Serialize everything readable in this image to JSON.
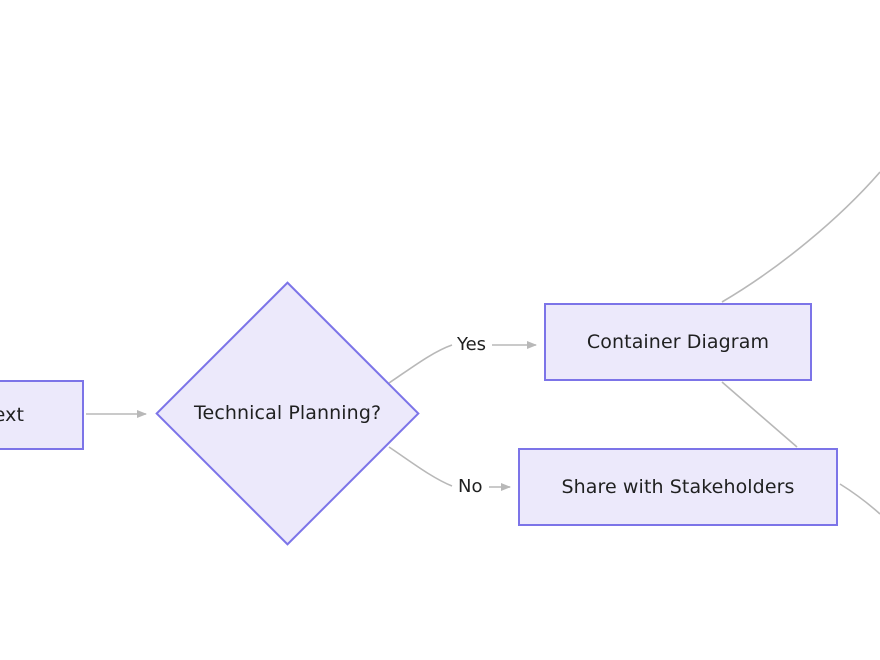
{
  "diagram": {
    "type": "flowchart",
    "direction": "left-to-right",
    "background_color": "#ffffff",
    "node_fill_color": "#ece9fb",
    "node_border_color": "#7c74e8",
    "node_text_color": "#1f2020",
    "edge_color": "#b8b8b8",
    "nodes": [
      {
        "id": "system-context",
        "label": "ntext",
        "shape": "rectangle",
        "clipped": "left edge of canvas"
      },
      {
        "id": "technical-planning",
        "label": "Technical Planning?",
        "shape": "diamond"
      },
      {
        "id": "container-diagram",
        "label": "Container Diagram",
        "shape": "rectangle"
      },
      {
        "id": "share-stakeholders",
        "label": "Share with Stakeholders",
        "shape": "rectangle"
      }
    ],
    "edge_labels": {
      "yes": "Yes",
      "no": "No"
    }
  }
}
